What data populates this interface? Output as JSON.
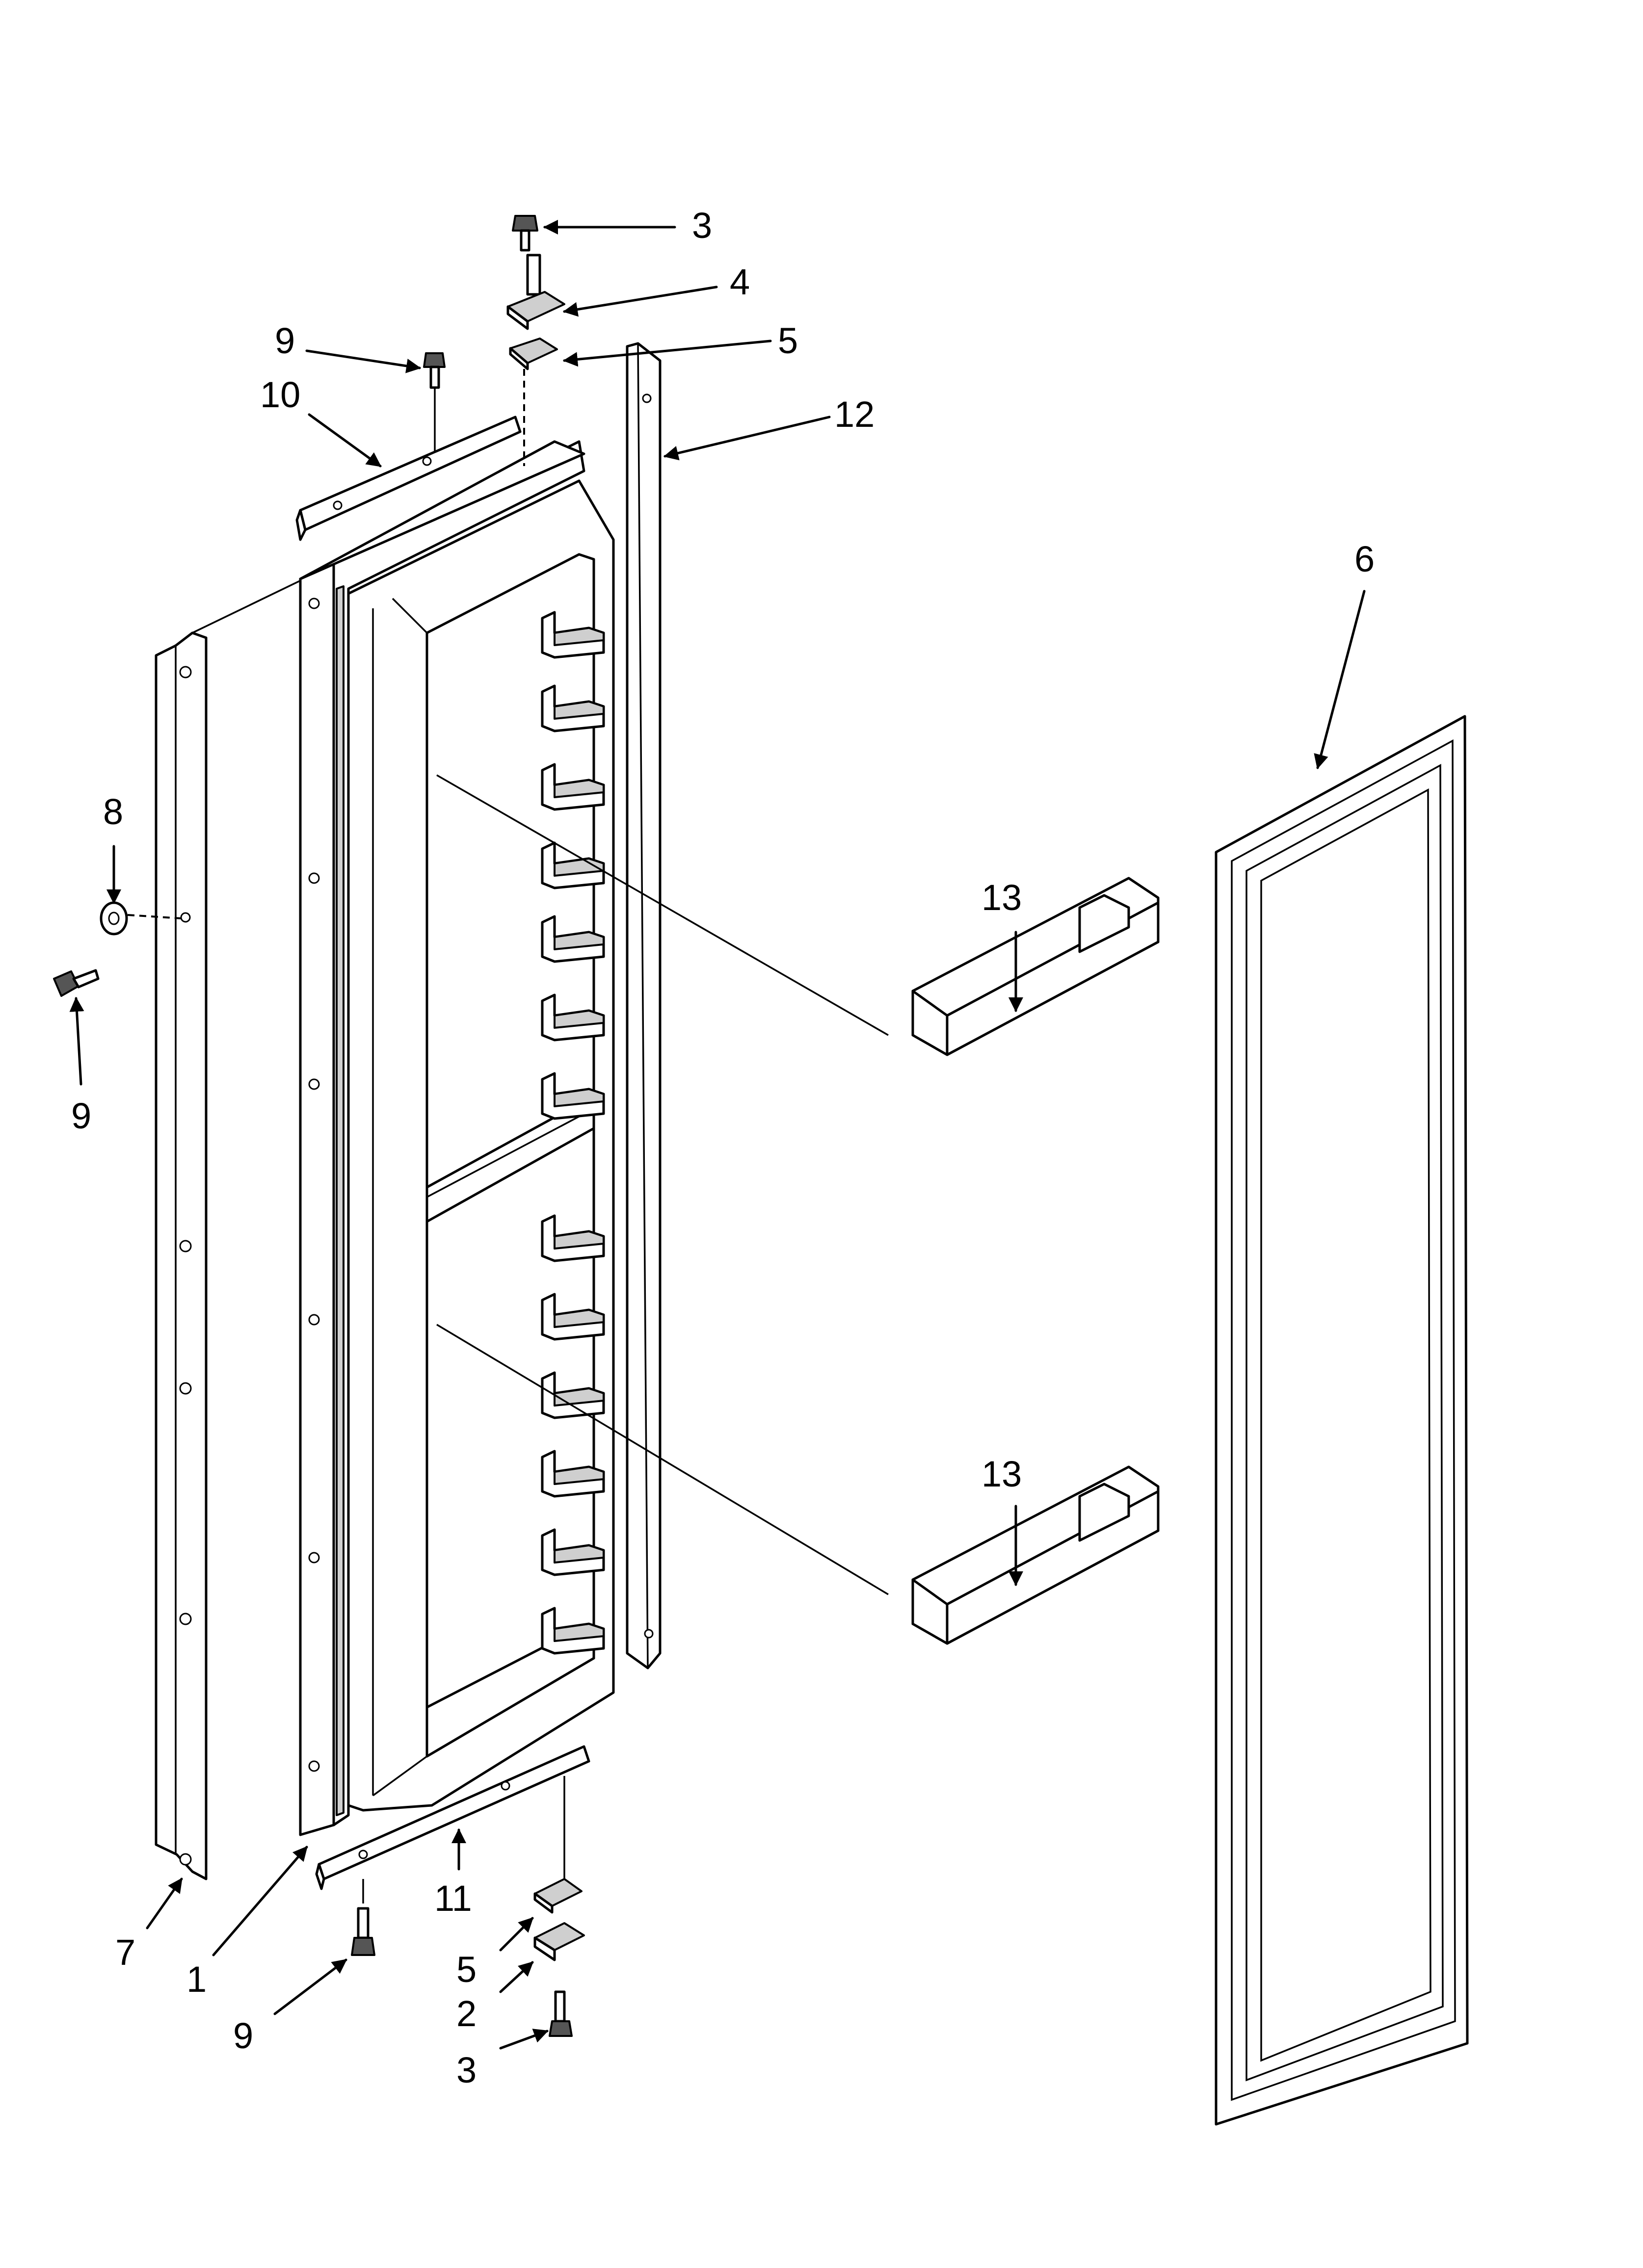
{
  "callouts": [
    {
      "id": "c3top",
      "text": "3"
    },
    {
      "id": "c4",
      "text": "4"
    },
    {
      "id": "c5top",
      "text": "5"
    },
    {
      "id": "c9top",
      "text": "9"
    },
    {
      "id": "c10",
      "text": "10"
    },
    {
      "id": "c12",
      "text": "12"
    },
    {
      "id": "c6",
      "text": "6"
    },
    {
      "id": "c8",
      "text": "8"
    },
    {
      "id": "c9left",
      "text": "9"
    },
    {
      "id": "c13a",
      "text": "13"
    },
    {
      "id": "c13b",
      "text": "13"
    },
    {
      "id": "c7",
      "text": "7"
    },
    {
      "id": "c1",
      "text": "1"
    },
    {
      "id": "c11",
      "text": "11"
    },
    {
      "id": "c9bot",
      "text": "9"
    },
    {
      "id": "c5bot",
      "text": "5"
    },
    {
      "id": "c2",
      "text": "2"
    },
    {
      "id": "c3bot",
      "text": "3"
    }
  ]
}
